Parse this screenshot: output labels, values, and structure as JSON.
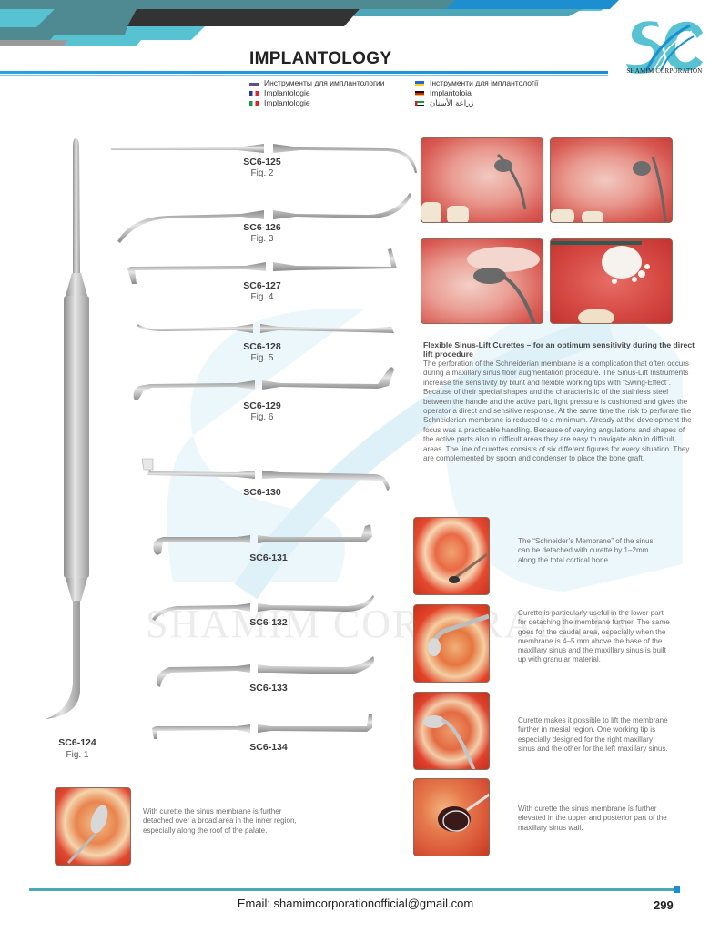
{
  "header": {
    "title": "IMPLANTOLOGY",
    "brand_name": "SHAMIM CORPORATION",
    "logo_initials": "SC",
    "colors": {
      "accent_blue": "#1d8fd1",
      "teal": "#4f8a92",
      "light_teal": "#56c2d2",
      "dark_stripe": "#333333"
    }
  },
  "translations": [
    {
      "flag": "flag-ru",
      "text": "Инструменты для имплантологии"
    },
    {
      "flag": "flag-fr",
      "text": "Implantologie"
    },
    {
      "flag": "flag-it",
      "text": "Implantologie"
    },
    {
      "flag": "flag-ua",
      "text": "Інструменти для імплантології"
    },
    {
      "flag": "flag-de",
      "text": "Implantoloia"
    },
    {
      "flag": "flag-ae",
      "text": "زراعة الأسنان"
    }
  ],
  "watermark": "SHAMIM CORPORATION",
  "instruments": [
    {
      "code": "SC6-124",
      "fig": "Fig. 1"
    },
    {
      "code": "SC6-125",
      "fig": "Fig. 2"
    },
    {
      "code": "SC6-126",
      "fig": "Fig. 3"
    },
    {
      "code": "SC6-127",
      "fig": "Fig. 4"
    },
    {
      "code": "SC6-128",
      "fig": "Fig. 5"
    },
    {
      "code": "SC6-129",
      "fig": "Fig. 6"
    },
    {
      "code": "SC6-130"
    },
    {
      "code": "SC6-131"
    },
    {
      "code": "SC6-132"
    },
    {
      "code": "SC6-133"
    },
    {
      "code": "SC6-134"
    }
  ],
  "description": {
    "title": "Flexible Sinus-Lift Curettes – for an optimum sensitivity during the direct lift procedure",
    "body": "The perforation of the Schneiderian membrane is a complication that often occurs during a maxillary sinus floor augmentation procedure. The Sinus-Lift Instruments increase the sensitivity by blunt and flexible working tips with “Swing-Effect”. Because of their special shapes and the characteristic of the stainless steel between the handle and the active part, light pressure is cushioned and gives the operator a direct and sensitive response. At the same time the risk to perforate the Schneiderian membrane is reduced to a minimum. Already at the development the focus was a practicable handling. Because of varying angulations and shapes of the active parts also in difficult areas they are easy to navigate also in difficult areas. The line of curettes consists of six different figures for every situation. They are complemented by spoon and condenser to place the bone graft."
  },
  "captions": [
    "The “Schneider’s Membrane” of the sinus can be detached with curette by 1–2mm along the total cortical bone.",
    "Curette is particularly useful in the lower part for detaching the membrane further. The same goes for the caudal area, especially when the membrane is 4–5 mm above the base of the maxillary sinus and the maxillary sinus is built up with granular material.",
    "Curette makes it possible to lift the membrane further in mesial region. One working tip is especially designed for the right maxillary sinus and the other for the left maxillary sinus.",
    "With curette the sinus membrane is further elevated in the upper and posterior part of the maxillary sinus wall.",
    "With curette the sinus membrane is further detached over a broad area in the inner region, especially along the roof of the palate."
  ],
  "footer": {
    "email": "Email: shamimcorporationofficial@gmail.com",
    "page_number": "299"
  }
}
